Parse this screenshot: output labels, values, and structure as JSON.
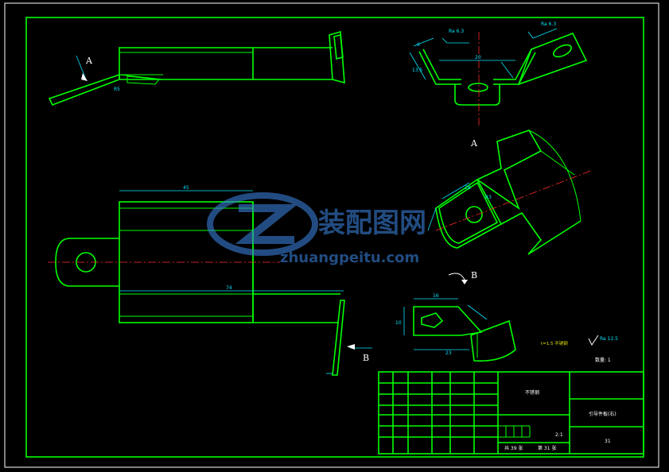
{
  "view_labels": {
    "a_top": "A",
    "a_right": "A",
    "b_mid": "B",
    "b_bottom": "B"
  },
  "dimensions": {
    "d_45": "45",
    "d_74": "74",
    "d_28": "28",
    "d_16": "16",
    "d_23": "23",
    "d_10": "10",
    "d_20": "20",
    "d_6": "6",
    "d_13_5": "13.5",
    "d_r5": "R5",
    "d_r3": "R3"
  },
  "roughness": {
    "r1": "Ra 6.3",
    "r2": "Ra 6.3",
    "r3": "Ra 12.5"
  },
  "notes": {
    "tech_note": "t=1.5 不锈钢",
    "quantity": "数量: 1"
  },
  "title_block": {
    "material": "不锈钢",
    "part_name": "引导件板(右)",
    "drawing_no": "31",
    "scale": "2:1",
    "total_sheets": "共 39 张",
    "sheet_no": "第 31 张"
  },
  "watermark": {
    "brand_cn": "装配图网",
    "brand_url": "zhuangpeitu.com"
  },
  "colors": {
    "line": "#00ff00",
    "dim": "#00e5ff",
    "center": "#ff2a2a",
    "text": "#ffffff",
    "background": "#000000"
  }
}
